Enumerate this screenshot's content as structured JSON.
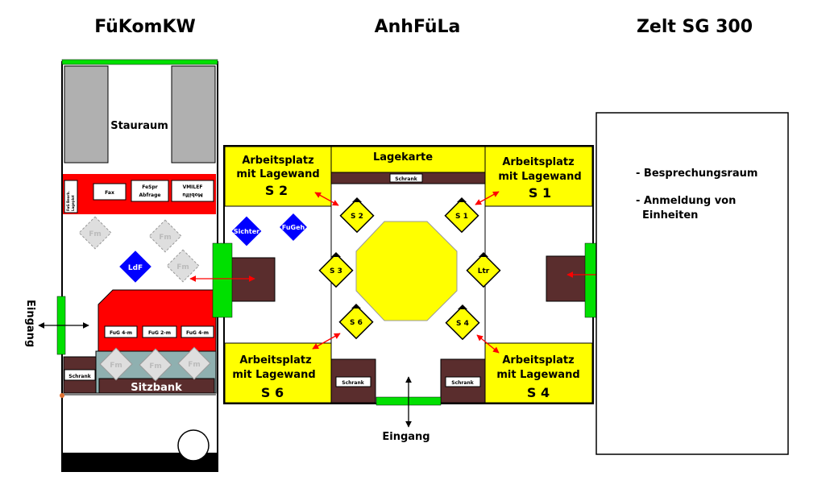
{
  "titles": {
    "fuekomkw": "FüKomKW",
    "anhfula": "AnhFüLa",
    "zelt": "Zelt SG 300"
  },
  "fuekomkw": {
    "stauraum": "Stauraum",
    "fax": "Fax",
    "fespr_1": "FeSpr",
    "fespr_2": "Abfrage",
    "mobilfunk": "VMILEF",
    "mobilfunk_sub": "Mobilfu",
    "side_label_1": "FuG Bearb.",
    "side_label_2": "Lageplot",
    "fm": "Fm",
    "ldf": "LdF",
    "fug1": "FuG 4-m",
    "fug2": "FuG 2-m",
    "fug3": "FuG 4-m",
    "schrank": "Schrank",
    "sitzbank": "Sitzbank",
    "eingang": "Eingang"
  },
  "anhfula": {
    "s2_line1": "Arbeitsplatz",
    "s2_line2": "mit Lagewand",
    "s2_code": "S 2",
    "s1_line1": "Arbeitsplatz",
    "s1_line2": "mit Lagewand",
    "s1_code": "S 1",
    "s6_line1": "Arbeitsplatz",
    "s6_line2": "mit Lagewand",
    "s6_code": "S 6",
    "s4_line1": "Arbeitsplatz",
    "s4_line2": "mit Lagewand",
    "s4_code": "S 4",
    "lagekarte": "Lagekarte",
    "schrank_top": "Schrank",
    "schrank_bl": "Schrank",
    "schrank_br": "Schrank",
    "sichter": "Sichter",
    "fugeh": "FuGeh",
    "m_s2": "S 2",
    "m_s1": "S 1",
    "m_s3": "S 3",
    "m_ltr": "Ltr",
    "m_s6": "S 6",
    "m_s4": "S 4",
    "eingang": "Eingang"
  },
  "zelt": {
    "item1": "- Besprechungsraum",
    "item2a": "- Anmeldung von",
    "item2b": "Einheiten"
  },
  "colors": {
    "yellow": "#ffff00",
    "red": "#ff0000",
    "green": "#00e000",
    "brown": "#5a2d2d",
    "gray": "#b0b0b0",
    "blue": "#0000ff",
    "arrow": "#ff0000"
  }
}
